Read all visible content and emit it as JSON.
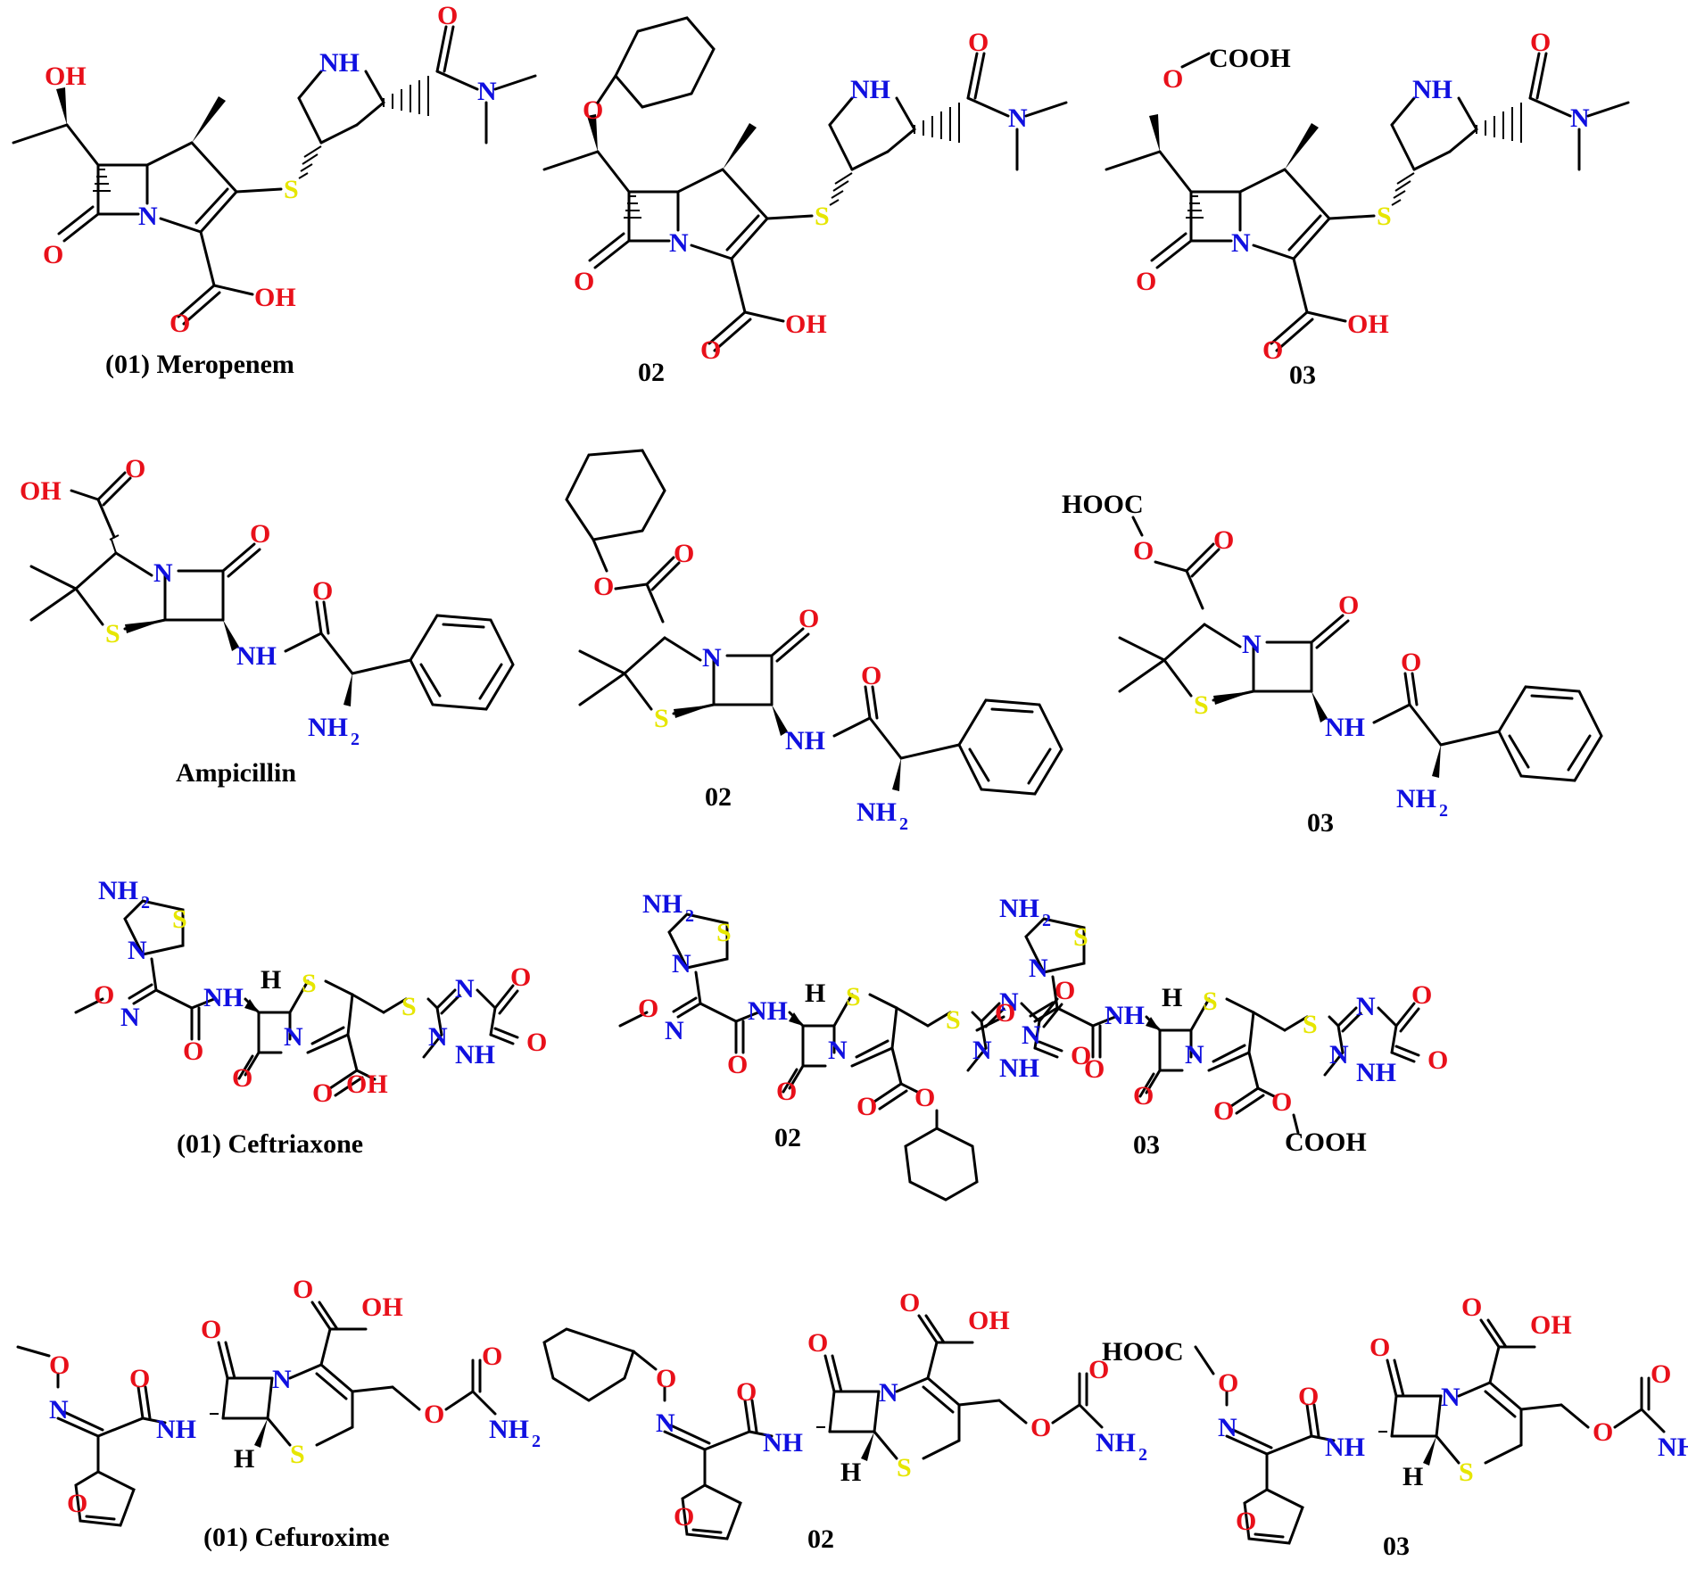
{
  "colors": {
    "oxygen": "#e8101a",
    "nitrogen": "#1010e0",
    "sulfur": "#e6e600",
    "carbon": "#000000"
  },
  "labels": {
    "oh": "OH",
    "o": "O",
    "n": "N",
    "nh": "NH",
    "nh2": "NH",
    "sub2": "2",
    "s": "S",
    "h": "H",
    "cooh": "COOH",
    "hooc": "HOOC"
  },
  "captions": {
    "meropenem": "(01) Meropenem",
    "ampicillin": "Ampicillin",
    "ceftriaxone": "(01) Ceftriaxone",
    "cefuroxime": "(01) Cefuroxime",
    "c02": "02",
    "c03": "03"
  }
}
